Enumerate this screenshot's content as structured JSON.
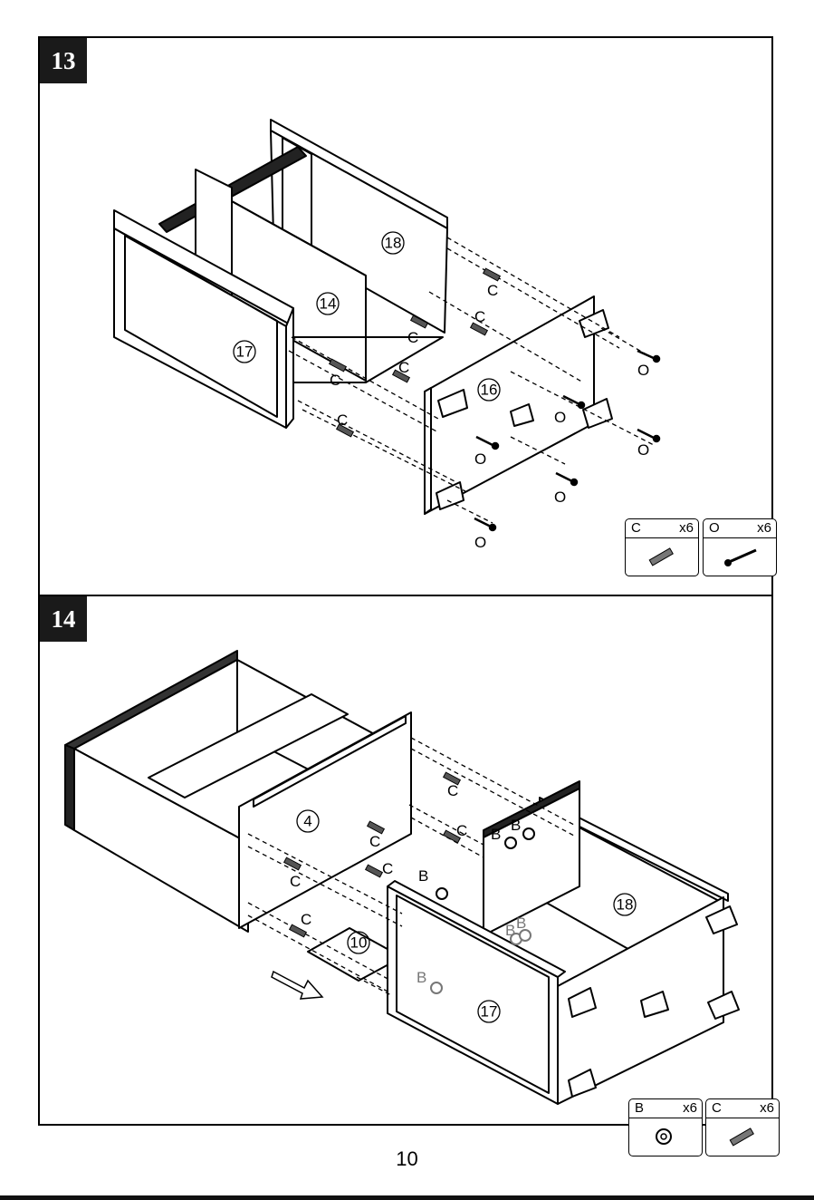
{
  "steps": [
    {
      "number": "13",
      "parts": [
        "18",
        "14",
        "17",
        "16"
      ],
      "labels": {
        "c": "C",
        "o": "O"
      },
      "hardware": [
        {
          "letter": "C",
          "qty": "x6",
          "icon": "dowel-icon"
        },
        {
          "letter": "O",
          "qty": "x6",
          "icon": "screw-icon"
        }
      ]
    },
    {
      "number": "14",
      "parts": [
        "4",
        "10",
        "18",
        "17"
      ],
      "labels": {
        "b": "B",
        "c": "C"
      },
      "hardware": [
        {
          "letter": "B",
          "qty": "x6",
          "icon": "cam-lock-icon"
        },
        {
          "letter": "C",
          "qty": "x6",
          "icon": "dowel-icon"
        }
      ]
    }
  ],
  "page_number": "10"
}
